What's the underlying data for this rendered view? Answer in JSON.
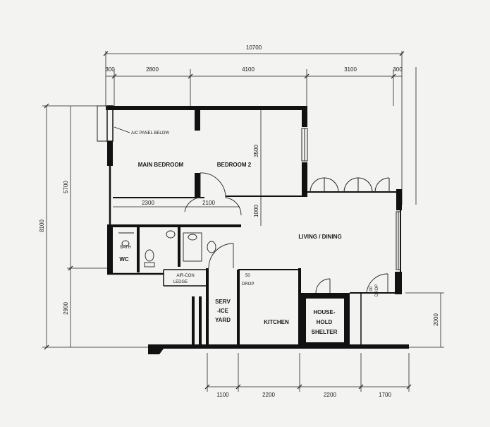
{
  "rooms": {
    "main_bedroom": "MAIN BEDROOM",
    "bedroom_2": "BEDROOM 2",
    "living_dining": "LIVING / DINING",
    "service_yard_1": "SERV",
    "service_yard_2": "-ICE",
    "service_yard_3": "YARD",
    "kitchen": "KITCHEN",
    "shelter_1": "HOUSE-",
    "shelter_2": "HOLD",
    "shelter_3": "SHELTER",
    "wc": "WC",
    "bath": "BATH",
    "ac_ledge_1": "AIR-CON",
    "ac_ledge_2": "LEDGE"
  },
  "notes": {
    "ac_panel": "A/C PANEL BELOW",
    "drop_50": "50",
    "drop_label": "DROP",
    "drop_100_1": "100",
    "drop_100_2": "DROP"
  },
  "dimensions": {
    "overall_top": "10700",
    "top_left_edge": "300",
    "top_1": "2800",
    "top_2": "4100",
    "top_3": "3100",
    "top_right_edge": "300",
    "left_total": "8100",
    "left_upper": "5700",
    "left_lower": "2900",
    "interior_3500": "3500",
    "interior_1000": "1000",
    "interior_2300": "2300",
    "interior_2100": "2100",
    "right_2000": "2000",
    "bottom_1": "1100",
    "bottom_2": "2200",
    "bottom_3": "2200",
    "bottom_4": "1700"
  }
}
